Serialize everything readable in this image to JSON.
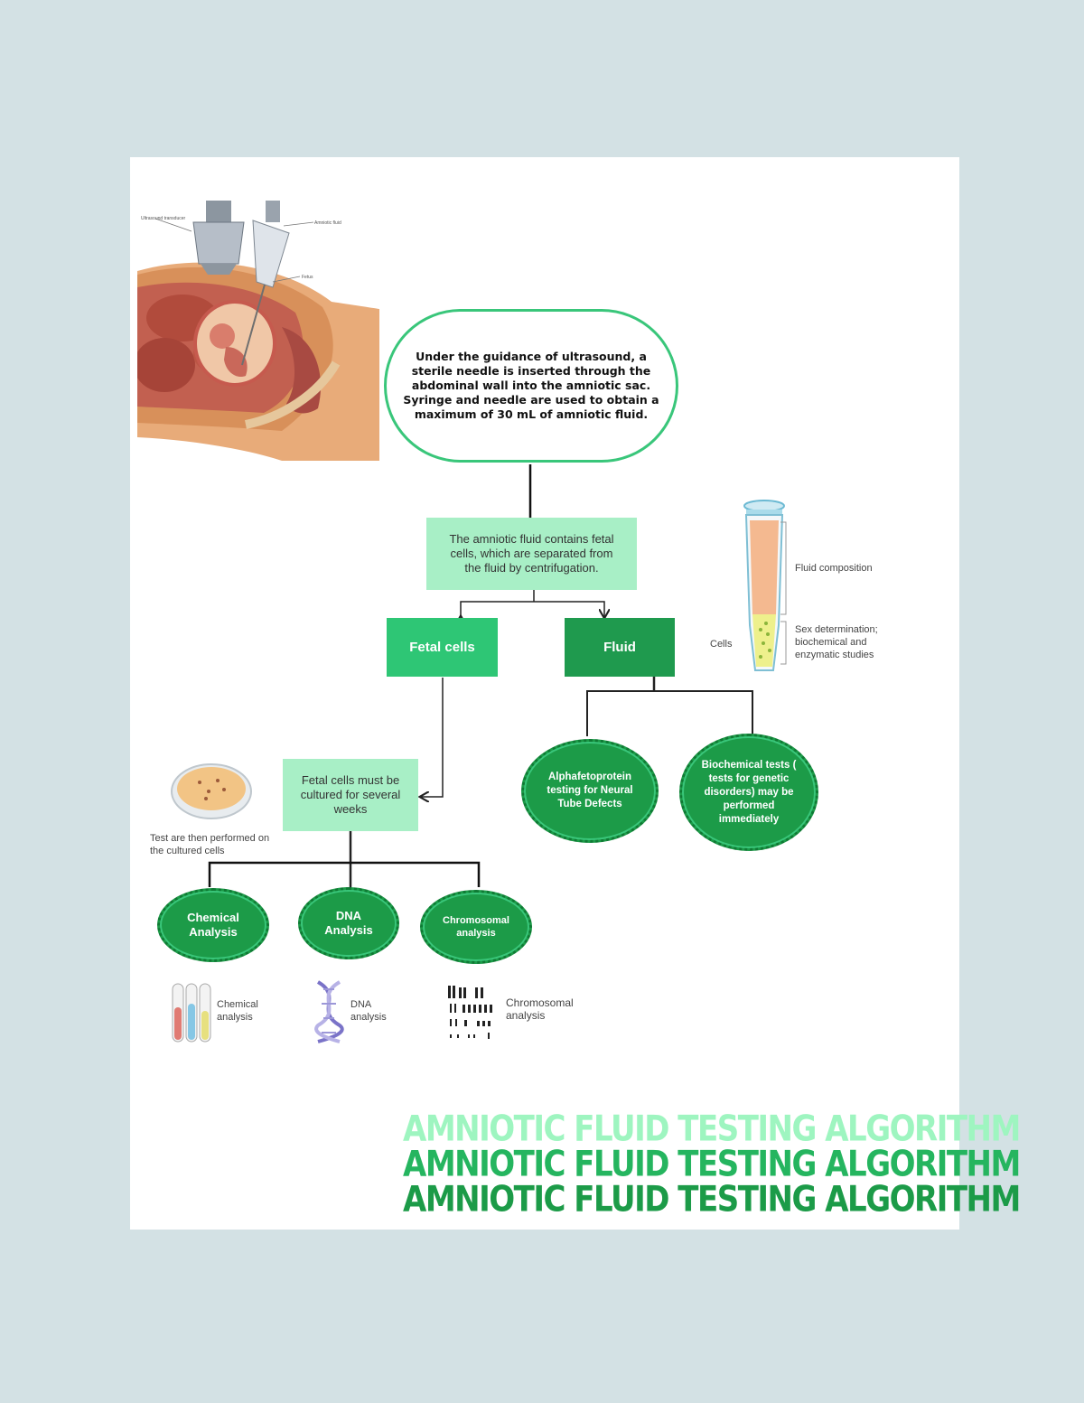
{
  "procedure": {
    "text": "Under the guidance of ultrasound, a sterile needle is inserted through the abdominal wall into the amniotic sac. Syringe and needle are used to obtain a maximum of 30 mL of amniotic fluid.",
    "labels": [
      "Ultrasound transducer",
      "Amniotic fluid",
      "Fetus"
    ]
  },
  "centrifuge": "The amniotic fluid contains fetal cells, which are separated from the fluid by centrifugation.",
  "branches": {
    "cells": "Fetal cells",
    "fluid": "Fluid"
  },
  "tube": {
    "fluid_composition": "Fluid composition",
    "cells": "Cells",
    "studies": "Sex determination; biochemical and enzymatic studies"
  },
  "culture": {
    "box": "Fetal cells must be cultured for several weeks",
    "note": "Test are then performed on the cultured cells"
  },
  "fluid_tests": [
    "Alphafetoprotein testing for Neural Tube Defects",
    "Biochemical tests ( tests for genetic disorders) may be performed immediately"
  ],
  "cell_tests": [
    "Chemical Analysis",
    "DNA Analysis",
    "Chromosomal analysis"
  ],
  "icons": {
    "chemical": "Chemical analysis",
    "dna": "DNA analysis",
    "chromosomal": "Chromosomal analysis"
  },
  "title": "AMNIOTIC FLUID TESTING ALGORITHM",
  "colors": {
    "light": "#9ef5c0",
    "mid": "#25b55f",
    "dark": "#1c9b48",
    "outline": "#39c67a"
  }
}
